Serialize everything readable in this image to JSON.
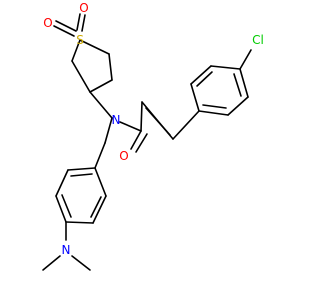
{
  "colors": {
    "bond": "#000000",
    "oxygen": "#ff0000",
    "sulfur": "#ccaa00",
    "nitrogen": "#0000ff",
    "chlorine": "#00cc00",
    "background": "#ffffff"
  },
  "atoms": {
    "o1": "O",
    "s1": "S",
    "o2": "O",
    "n_amide": "N",
    "o_carbonyl": "O",
    "cl": "Cl",
    "n_amine": "N"
  }
}
